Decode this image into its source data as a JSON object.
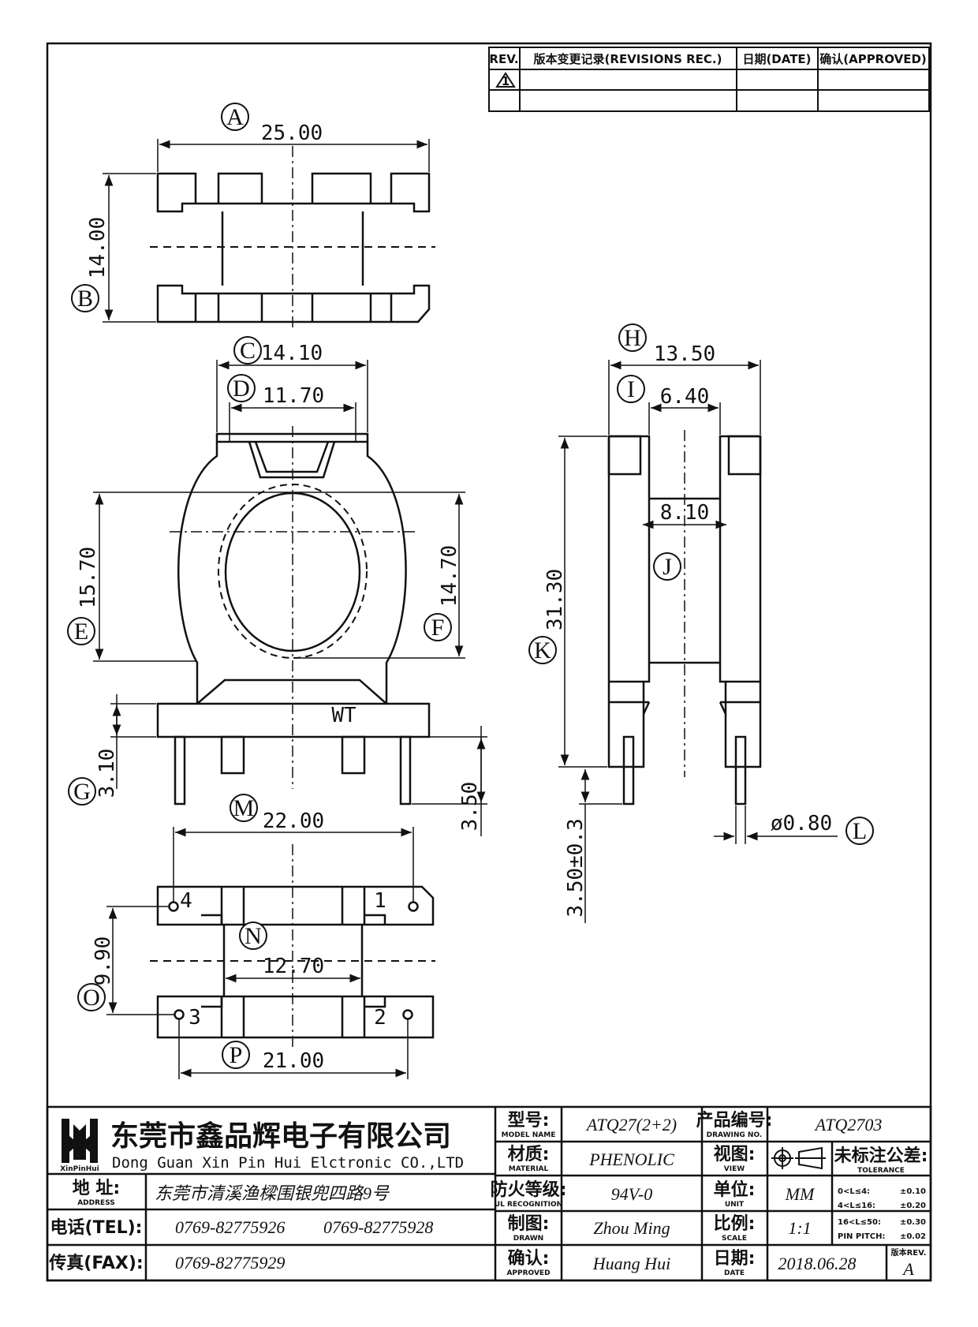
{
  "revision_table": {
    "rev_header": "REV.",
    "record_header": "版本变更记录(REVISIONS REC.)",
    "date_header": "日期(DATE)",
    "approved_header": "确认(APPROVED)",
    "rev_mark": "1"
  },
  "dimensions": {
    "A": "25.00",
    "B": "14.00",
    "C": "14.10",
    "D": "11.70",
    "E": "15.70",
    "F": "14.70",
    "G": "3.10",
    "pin_len": "3.50",
    "H": "13.50",
    "I": "6.40",
    "J": "8.10",
    "K": "31.30",
    "pin_len_tol": "3.50±0.3",
    "L": "ø0.80",
    "M": "22.00",
    "N": "12.70",
    "O": "9.90",
    "P": "21.00"
  },
  "bubbles": [
    "A",
    "B",
    "C",
    "D",
    "E",
    "F",
    "G",
    "H",
    "I",
    "J",
    "K",
    "L",
    "M",
    "N",
    "O",
    "P"
  ],
  "marking": "WT",
  "pins": [
    "1",
    "2",
    "3",
    "4"
  ],
  "title_block": {
    "logo_text": "XinPinHui",
    "company_cn": "东莞市鑫品辉电子有限公司",
    "company_en": "Dong Guan Xin Pin Hui Elctronic CO.,LTD",
    "address_label": "地 址:",
    "address_sub": "ADDRESS",
    "address": "东莞市清溪渔樑围银兜四路9号",
    "tel_label": "电话(TEL):",
    "tel1": "0769-82775926",
    "tel2": "0769-82775928",
    "fax_label": "传真(FAX):",
    "fax": "0769-82775929",
    "model_label": "型号:",
    "model_sub": "MODEL NAME",
    "model": "ATQ27(2+2)",
    "material_label": "材质:",
    "material_sub": "MATERIAL",
    "material": "PHENOLIC",
    "ul_label": "防火等级:",
    "ul_sub": "UL RECOGNITION",
    "ul": "94V-0",
    "drawn_label": "制图:",
    "drawn_sub": "DRAWN",
    "drawn": "Zhou Ming",
    "approved_label": "确认:",
    "approved_sub": "APPROVED",
    "approved": "Huang Hui",
    "drawing_no_label": "产品编号:",
    "drawing_no_sub": "DRAWING NO.",
    "drawing_no": "ATQ2703",
    "view_label": "视图:",
    "view_sub": "VIEW",
    "unit_label": "单位:",
    "unit_sub": "UNIT",
    "unit": "MM",
    "scale_label": "比例:",
    "scale_sub": "SCALE",
    "scale": "1:1",
    "date_label": "日期:",
    "date_sub": "DATE",
    "date": "2018.06.28",
    "tolerance_label": "未标注公差:",
    "tolerance_sub": "TOLERANCE",
    "tolerance_rows": [
      {
        "range": "0<L≤4:",
        "value": "±0.10"
      },
      {
        "range": "4<L≤16:",
        "value": "±0.20"
      },
      {
        "range": "16<L≤50:",
        "value": "±0.30"
      },
      {
        "range": "PIN PITCH:",
        "value": "±0.02"
      }
    ],
    "version_label": "版本REV.",
    "version": "A"
  }
}
